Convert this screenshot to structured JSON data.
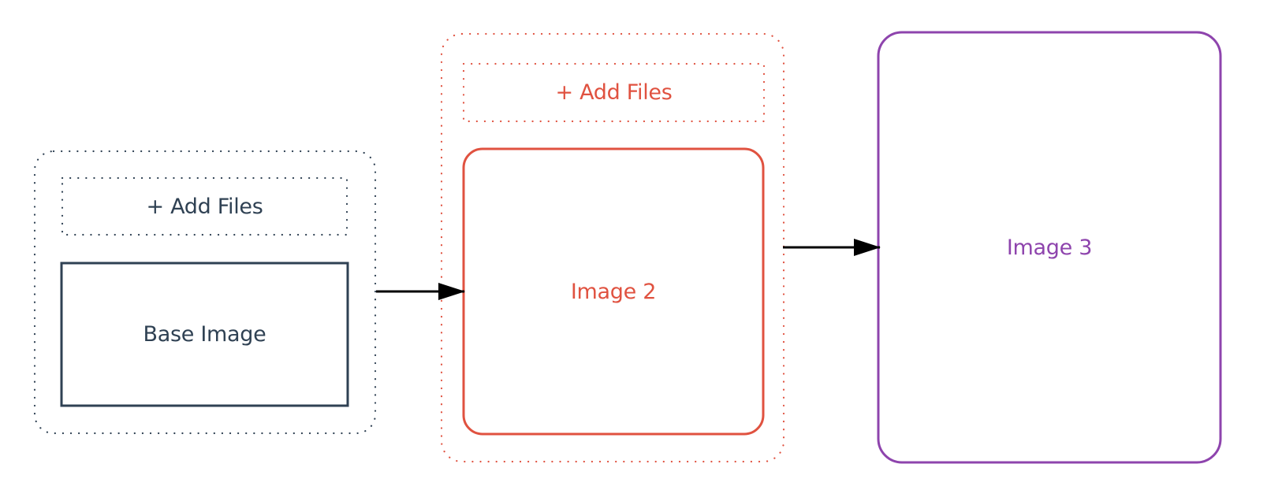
{
  "colors": {
    "dark": "#2f4153",
    "red": "#e05240",
    "purple": "#8e44ad",
    "arrow": "#000000",
    "background": "#ffffff"
  },
  "stages": [
    {
      "id": "base",
      "add_files_label": "+ Add Files",
      "image_label": "Base Image"
    },
    {
      "id": "image2",
      "add_files_label": "+ Add Files",
      "image_label": "Image 2"
    },
    {
      "id": "image3",
      "image_label": "Image 3"
    }
  ]
}
